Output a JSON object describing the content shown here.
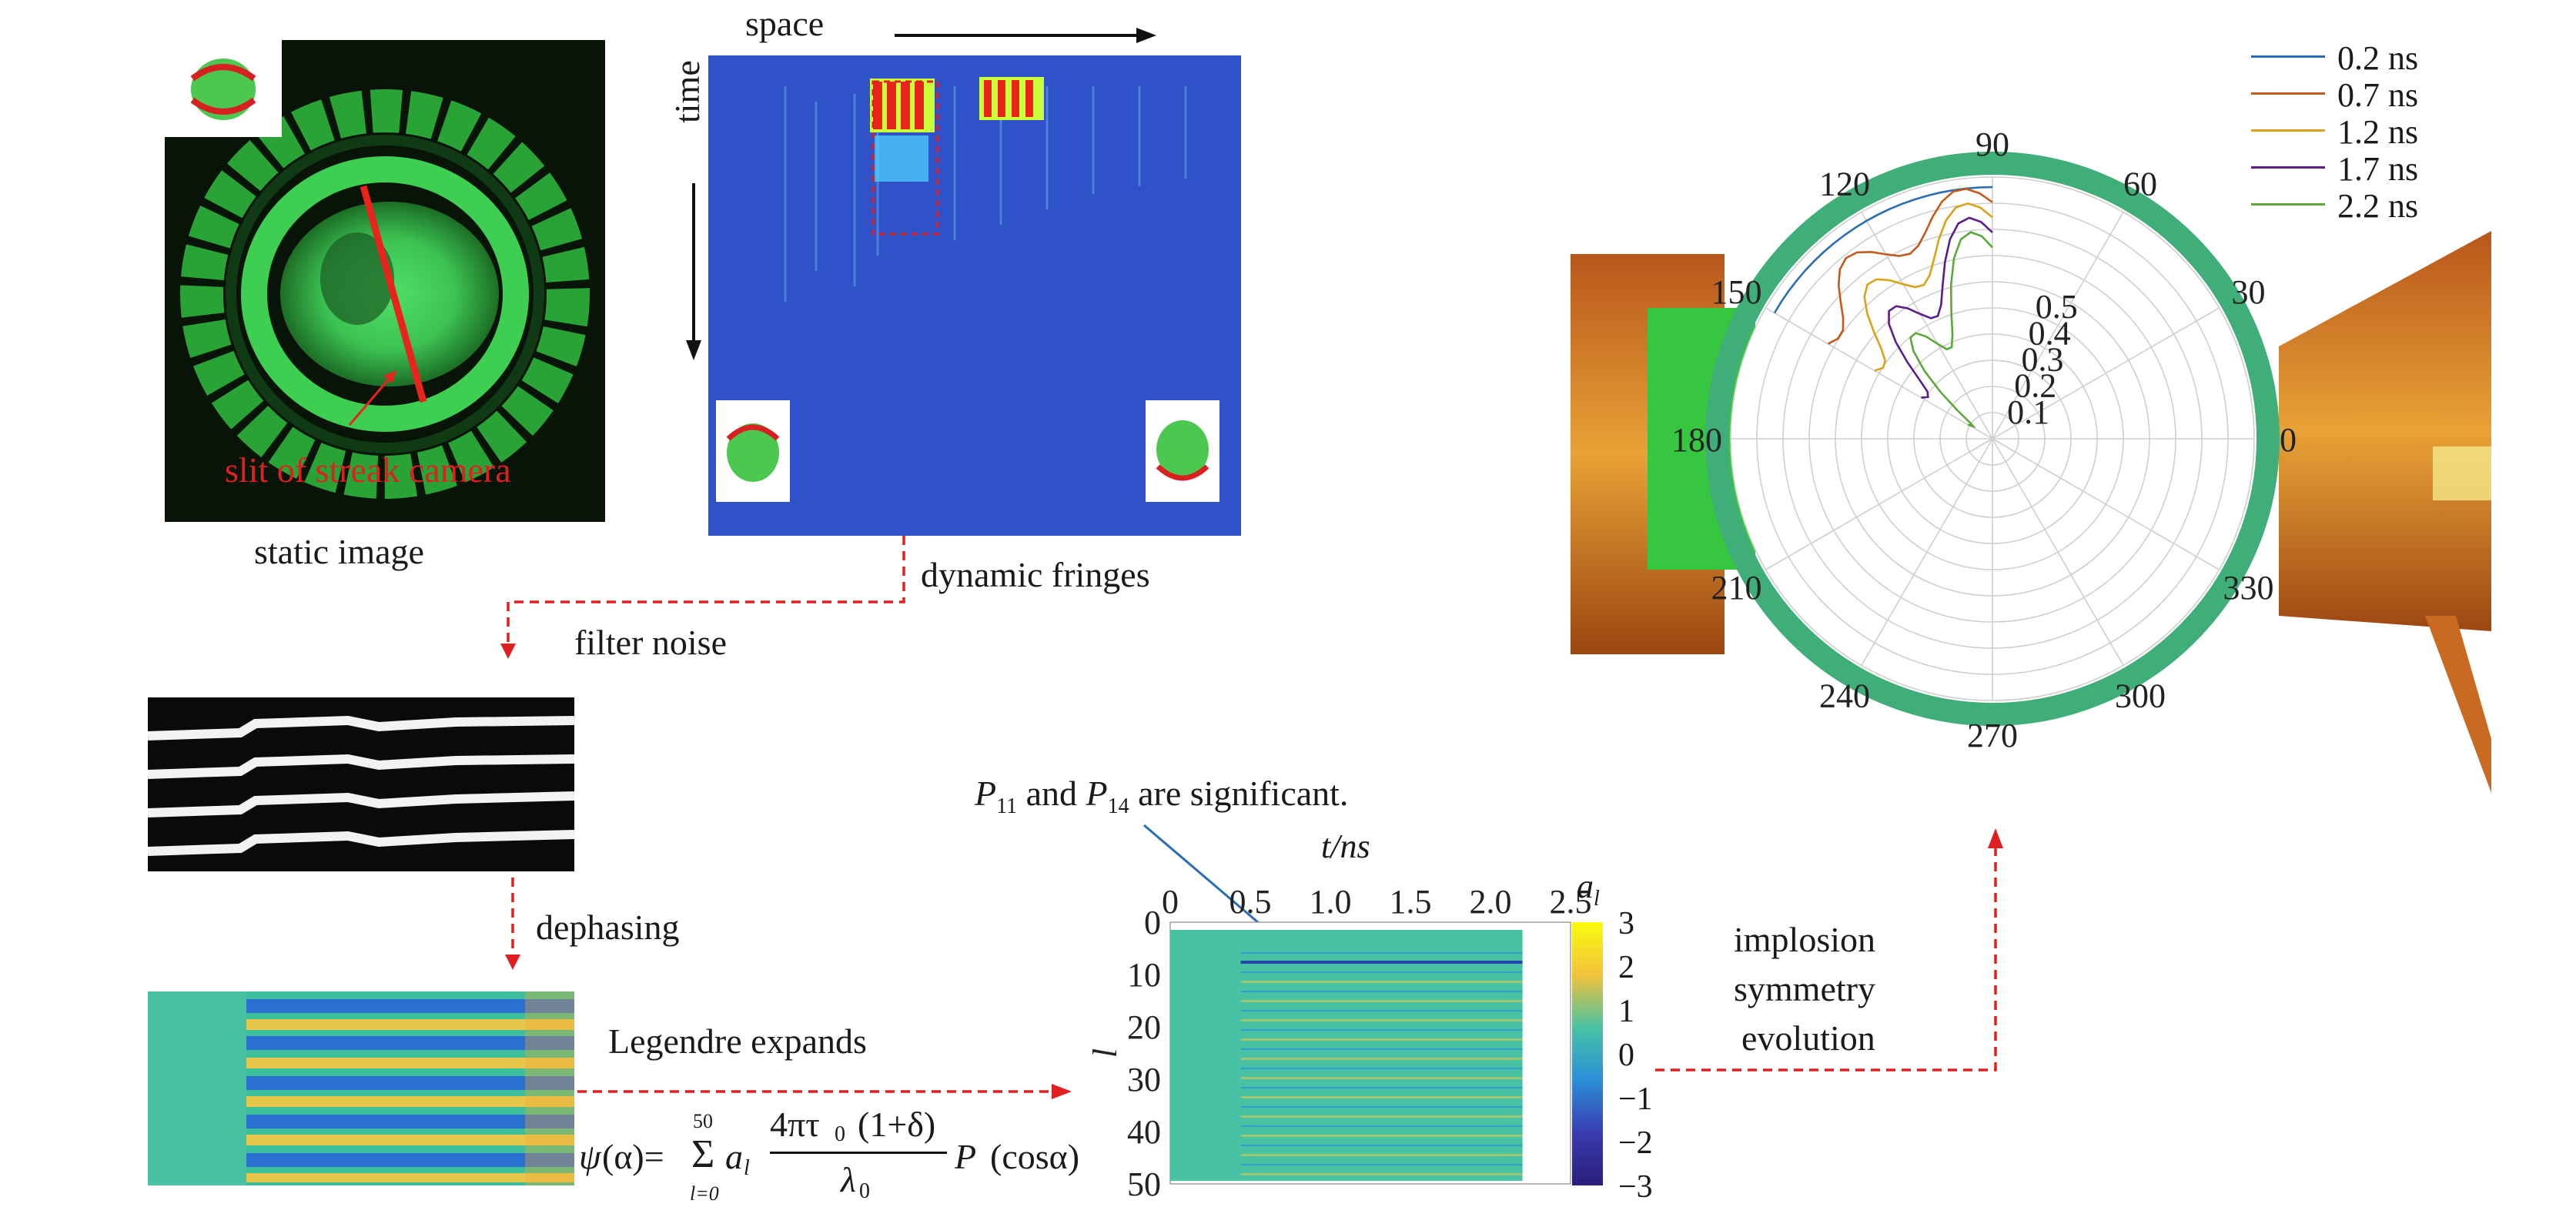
{
  "labels": {
    "static_image": "static image",
    "slit": "slit of streak camera",
    "space": "space",
    "time": "time",
    "dynamic_fringes": "dynamic fringes",
    "filter_noise": "filter noise",
    "dephasing": "dephasing",
    "legendre_expands": "Legendre expands",
    "implosion": "implosion",
    "symmetry": "symmetry",
    "evolution": "evolution",
    "annotation_rest": "are significant."
  },
  "formula": {
    "psi": "ψ",
    "alpha": "(α)=",
    "sum_top": "50",
    "sum_bot": "l=0",
    "sigma": "Σ",
    "a": "a",
    "a_sub": "l",
    "numerator": "4πτ",
    "num_sub": "0",
    "num_rest": "(1+δ)",
    "denominator": "λ",
    "den_sub": "0",
    "P": "P",
    "cos": "(cosα)"
  },
  "polar": {
    "angle_labels": [
      "0",
      "30",
      "60",
      "90",
      "120",
      "150",
      "180",
      "210",
      "240",
      "270",
      "300",
      "330"
    ],
    "radial_labels": [
      "0.1",
      "0.2",
      "0.3",
      "0.4",
      "0.5"
    ]
  },
  "legend": [
    "0.2 ns",
    "0.7 ns",
    "1.2 ns",
    "1.7 ns",
    "2.2 ns"
  ],
  "colors": {
    "red": "#e02020",
    "green": "#2fd03a",
    "blue_bg": "#2f52c9",
    "series": [
      "#2a6db3",
      "#c45a1a",
      "#d9a21a",
      "#5a1d8a",
      "#5aa83a"
    ]
  },
  "heatmap": {
    "xlabel": "t/ns",
    "ylabel": "l",
    "colorbar_label": "a",
    "colorbar_sub": "l",
    "xticks": [
      "0",
      "0.5",
      "1.0",
      "1.5",
      "2.0",
      "2.5"
    ],
    "yticks": [
      "0",
      "10",
      "20",
      "30",
      "40",
      "50"
    ],
    "cticks": [
      "3",
      "2",
      "1",
      "0",
      "−1",
      "−2",
      "−3"
    ]
  }
}
